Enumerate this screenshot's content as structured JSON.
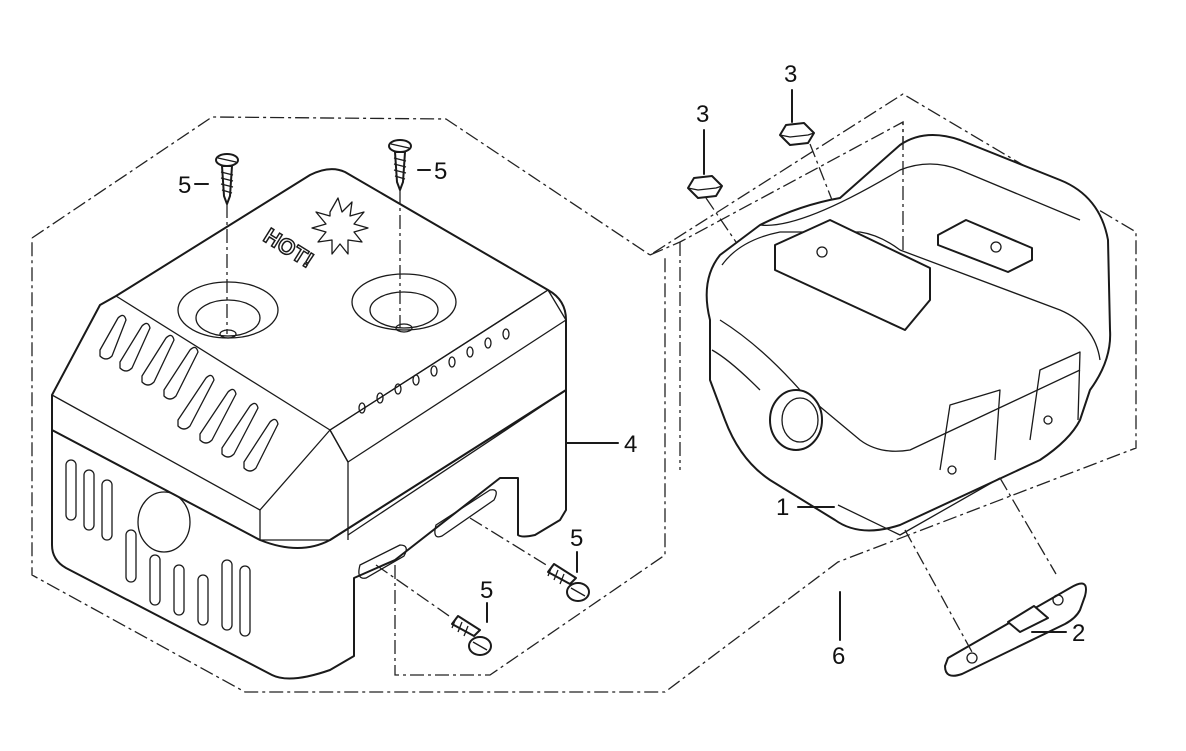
{
  "diagram": {
    "callouts": [
      {
        "id": "callout-1",
        "text": "1"
      },
      {
        "id": "callout-2",
        "text": "2"
      },
      {
        "id": "callout-3a",
        "text": "3"
      },
      {
        "id": "callout-3b",
        "text": "3"
      },
      {
        "id": "callout-4",
        "text": "4"
      },
      {
        "id": "callout-5a",
        "text": "5"
      },
      {
        "id": "callout-5b",
        "text": "5"
      },
      {
        "id": "callout-5c",
        "text": "5"
      },
      {
        "id": "callout-5d",
        "text": "5"
      },
      {
        "id": "callout-6",
        "text": "6"
      }
    ],
    "cover_stamp": "HOT!"
  }
}
